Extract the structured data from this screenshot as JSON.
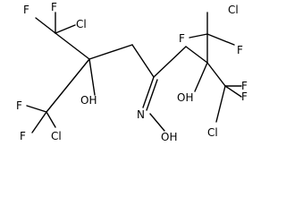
{
  "molecule": {
    "atoms": {
      "f_top_left_1": "F",
      "f_top_left_2": "F",
      "cl_top_left": "Cl",
      "f_left_1": "F",
      "f_left_2": "F",
      "cl_bottom_left": "Cl",
      "oh_left": "OH",
      "oxime_n": "N",
      "oxime_oh": "OH",
      "cl_top_right": "Cl",
      "f_right_1": "F",
      "f_right_2": "F",
      "oh_right": "OH",
      "f_far_right_1": "F",
      "f_far_right_2": "F",
      "cl_bottom_right": "Cl"
    }
  }
}
